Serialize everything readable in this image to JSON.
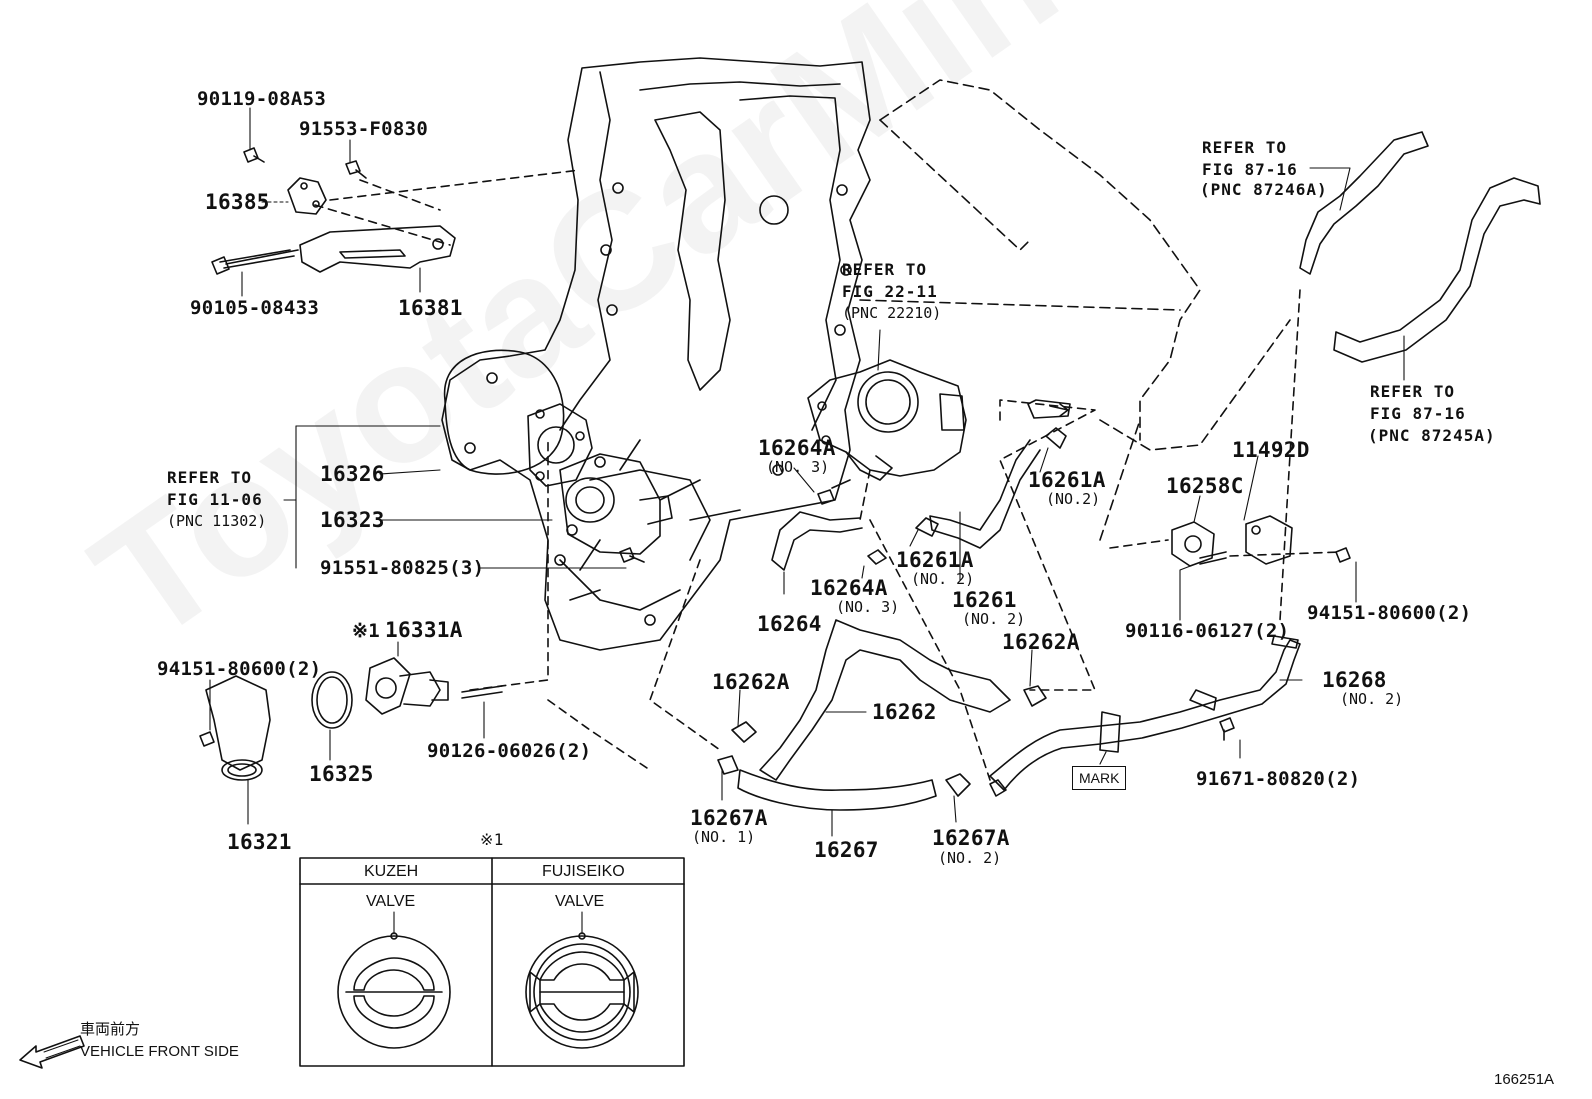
{
  "watermark": "ToyotaCarMine.ru",
  "diagram_id": "166251A",
  "direction": {
    "jp": "車両前方",
    "en": "VEHICLE FRONT SIDE"
  },
  "mark_label": "MARK",
  "refer_blocks": {
    "fig_11_06": [
      "REFER TO",
      "FIG 11-06",
      "(PNC 11302)"
    ],
    "fig_22_11": [
      "REFER TO",
      "FIG 22-11",
      "(PNC 22210)"
    ],
    "fig_87_16_a": [
      "REFER TO",
      "FIG 87-16",
      "(PNC 87246A)"
    ],
    "fig_87_16_b": [
      "REFER TO",
      "FIG 87-16",
      "(PNC 87245A)"
    ]
  },
  "parts": {
    "p90119": "90119-08A53",
    "p91553": "91553-F0830",
    "p16385": "16385",
    "p90105": "90105-08433",
    "p16381": "16381",
    "p16326": "16326",
    "p16323": "16323",
    "p91551": "91551-80825(3)",
    "p16331A": "16331A",
    "p16331A_mark": "※1",
    "p94151_left": "94151-80600(2)",
    "p16325": "16325",
    "p90126": "90126-06026(2)",
    "p16321": "16321",
    "p16264A_1": "16264A",
    "p16264A_1_sub": "(NO. 3)",
    "p16264A_2": "16264A",
    "p16264A_2_sub": "(NO. 3)",
    "p16264": "16264",
    "p16261A_1": "16261A",
    "p16261A_1_sub": "(NO.2)",
    "p16261A_2": "16261A",
    "p16261A_2_sub": "(NO. 2)",
    "p16261": "16261",
    "p16261_sub": "(NO. 2)",
    "p16262A_1": "16262A",
    "p16262A_2": "16262A",
    "p16262": "16262",
    "p16267A_1": "16267A",
    "p16267A_1_sub": "(NO. 1)",
    "p16267": "16267",
    "p16267A_2": "16267A",
    "p16267A_2_sub": "(NO. 2)",
    "p16258C": "16258C",
    "p11492D": "11492D",
    "p90116": "90116-06127(2)",
    "p94151_right": "94151-80600(2)",
    "p16268": "16268",
    "p16268_sub": "(NO. 2)",
    "p91671": "91671-80820(2)"
  },
  "inset_table": {
    "note": "※1",
    "columns": [
      "KUZEH",
      "FUJISEIKO"
    ],
    "row_label": "VALVE"
  }
}
